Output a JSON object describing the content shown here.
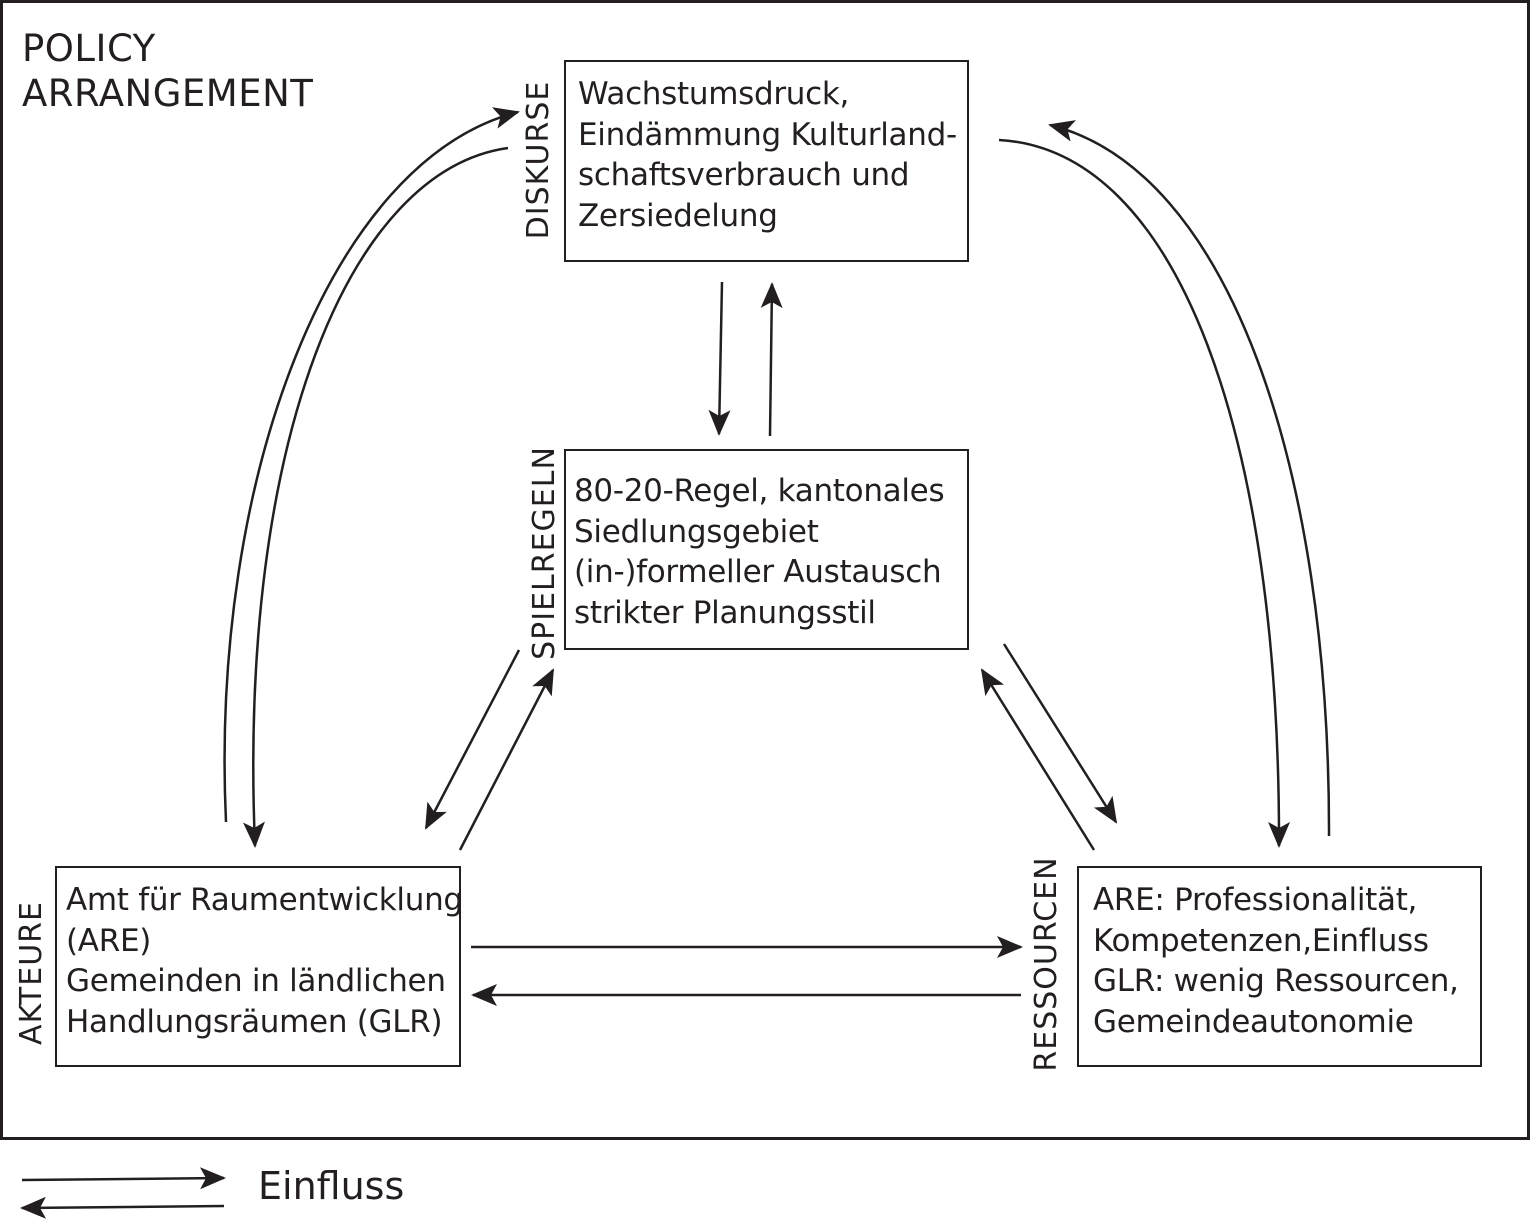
{
  "frame": {
    "title_line1": "POLICY",
    "title_line2": "ARRANGEMENT"
  },
  "nodes": {
    "diskurse": {
      "label": "DISKURSE",
      "lines": [
        "Wachstumsdruck,",
        "Eindämmung Kulturland-",
        "schaftsverbrauch und",
        "Zersiedelung"
      ]
    },
    "spielregeln": {
      "label": "SPIELREGELN",
      "lines": [
        "80-20-Regel, kantonales",
        "Siedlungsgebiet",
        "(in-)formeller Austausch",
        "strikter Planungsstil"
      ]
    },
    "akteure": {
      "label": "AKTEURE",
      "lines": [
        "Amt für Raumentwicklung",
        "(ARE)",
        "Gemeinden in ländlichen",
        "Handlungsräumen (GLR)"
      ]
    },
    "ressourcen": {
      "label": "RESSOURCEN",
      "lines": [
        "ARE: Professionalität,",
        "Kompetenzen,Einfluss",
        "GLR: wenig Ressourcen,",
        "Gemeindeautonomie"
      ]
    }
  },
  "legend": {
    "label": "Einfluss"
  },
  "colors": {
    "ink": "#231f20",
    "background": "#ffffff"
  }
}
